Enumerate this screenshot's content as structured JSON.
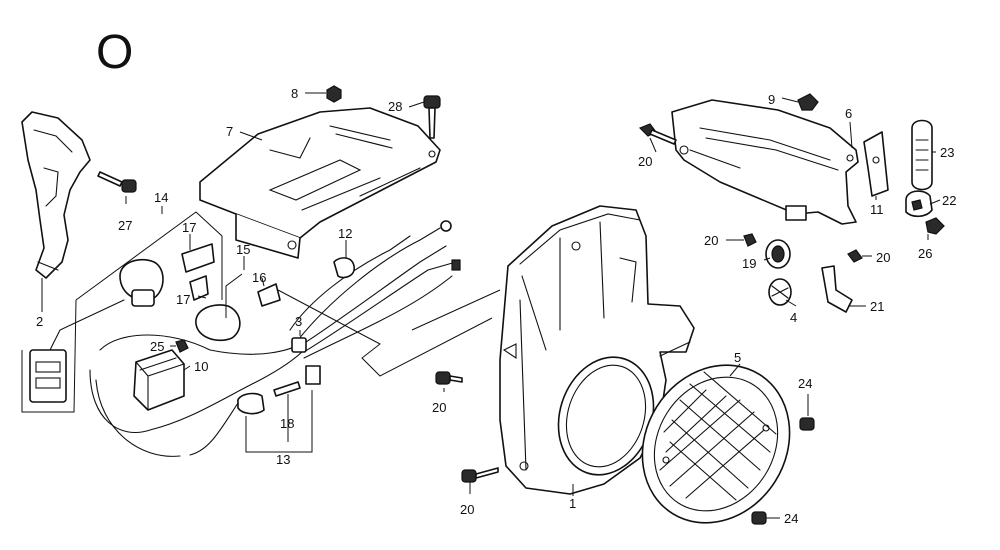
{
  "section_letter": "O",
  "callouts": [
    {
      "id": "c-1",
      "text": "1"
    },
    {
      "id": "c-2",
      "text": "2"
    },
    {
      "id": "c-3",
      "text": "3"
    },
    {
      "id": "c-4",
      "text": "4"
    },
    {
      "id": "c-5",
      "text": "5"
    },
    {
      "id": "c-6",
      "text": "6"
    },
    {
      "id": "c-7",
      "text": "7"
    },
    {
      "id": "c-8",
      "text": "8"
    },
    {
      "id": "c-9",
      "text": "9"
    },
    {
      "id": "c-10",
      "text": "10"
    },
    {
      "id": "c-11",
      "text": "11"
    },
    {
      "id": "c-12",
      "text": "12"
    },
    {
      "id": "c-13",
      "text": "13"
    },
    {
      "id": "c-14",
      "text": "14"
    },
    {
      "id": "c-15",
      "text": "15"
    },
    {
      "id": "c-16",
      "text": "16"
    },
    {
      "id": "c-17a",
      "text": "17"
    },
    {
      "id": "c-17b",
      "text": "17"
    },
    {
      "id": "c-18",
      "text": "18"
    },
    {
      "id": "c-19",
      "text": "19"
    },
    {
      "id": "c-20a",
      "text": "20"
    },
    {
      "id": "c-20b",
      "text": "20"
    },
    {
      "id": "c-20c",
      "text": "20"
    },
    {
      "id": "c-20d",
      "text": "20"
    },
    {
      "id": "c-20e",
      "text": "20"
    },
    {
      "id": "c-21",
      "text": "21"
    },
    {
      "id": "c-22",
      "text": "22"
    },
    {
      "id": "c-23",
      "text": "23"
    },
    {
      "id": "c-24a",
      "text": "24"
    },
    {
      "id": "c-24b",
      "text": "24"
    },
    {
      "id": "c-25",
      "text": "25"
    },
    {
      "id": "c-26",
      "text": "26"
    },
    {
      "id": "c-27",
      "text": "27"
    },
    {
      "id": "c-28",
      "text": "28"
    }
  ]
}
